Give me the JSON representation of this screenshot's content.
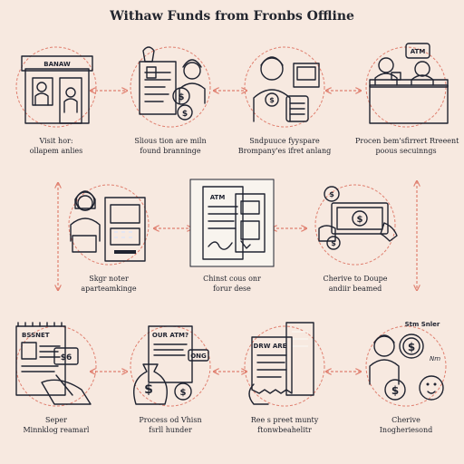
{
  "title": "Withaw Funds from Fronbs Offline",
  "colors": {
    "background": "#f7e9e0",
    "accent": "#6f8fd6",
    "arrow": "#e08070",
    "ink": "#1f2330",
    "skin": "#f3cfb0",
    "coin": "#e8b86a",
    "paper": "#f8f4ee"
  },
  "panels": [
    {
      "id": "bank",
      "caption": [
        "Visit hor:",
        "ollapem anlies"
      ],
      "icon": "bank-building-icon",
      "sign": "BANAW"
    },
    {
      "id": "document-check",
      "caption": [
        "Slious tion are miln",
        "found branninge"
      ],
      "icon": "document-coins-icon"
    },
    {
      "id": "payment-terminal",
      "caption": [
        "Sndpuuce fyyspare",
        "Brompany'es ifret anlang"
      ],
      "icon": "card-reader-icon"
    },
    {
      "id": "atm-meeting",
      "caption": [
        "Procen bem'sfirrert Rreeent",
        "poous secuinngs"
      ],
      "icon": "atm-speech-icon",
      "sign": "ATM"
    },
    {
      "id": "atm-operator",
      "caption": [
        "Skgr noter",
        "aparteamkinge"
      ],
      "icon": "atm-machine-icon"
    },
    {
      "id": "atm-document",
      "caption": [
        "Chinst cous onr",
        "forur dese"
      ],
      "icon": "atm-form-icon",
      "sign": "ATM"
    },
    {
      "id": "cash-hands",
      "caption": [
        "Cherive to Doupe",
        "andiir beamed"
      ],
      "icon": "banknote-hands-icon"
    },
    {
      "id": "id-card",
      "caption": [
        "Seper",
        "Minnklog reamarl"
      ],
      "icon": "id-card-icon",
      "sign": "BSSNET"
    },
    {
      "id": "money-bag",
      "caption": [
        "Process od Vhisn",
        "fsrll hunder"
      ],
      "icon": "money-bag-icon",
      "sign": "OUR ATM?",
      "tag": "ONG"
    },
    {
      "id": "receipt",
      "caption": [
        "Ree s preet munty",
        "ftonwbeahelitr"
      ],
      "icon": "receipt-icon",
      "sign": "DRW ARE"
    },
    {
      "id": "coins-person",
      "caption": [
        "Cherive",
        "Inogheriesond"
      ],
      "icon": "coins-person-icon",
      "note": "Stm Snler",
      "mark": "Nm"
    }
  ]
}
